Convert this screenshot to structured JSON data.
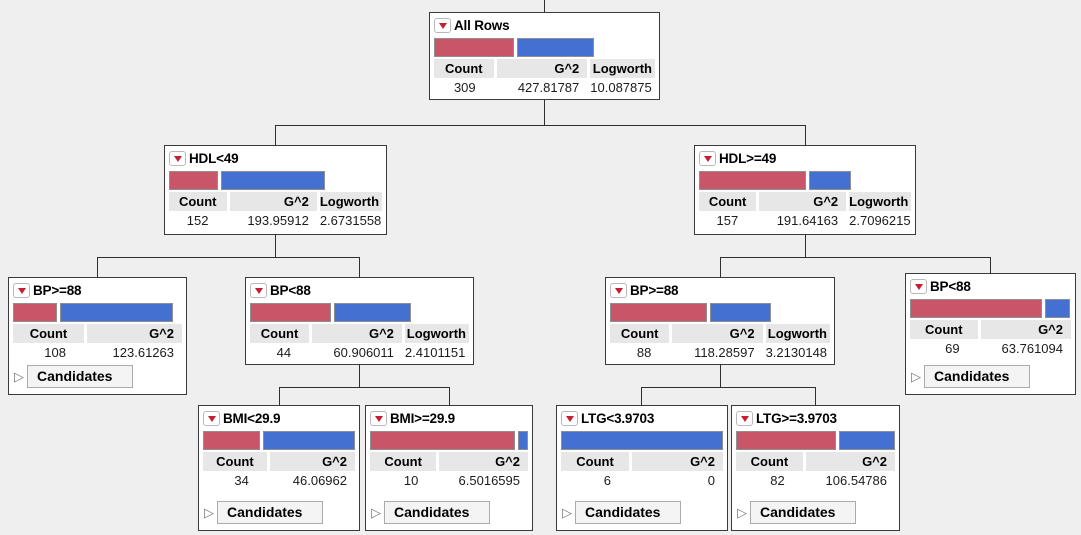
{
  "report": "Partition decision tree",
  "colors": {
    "background": "#efefef",
    "node_border": "#3a3a3a",
    "connector": "#2f2f2f",
    "red_bar": "#c85568",
    "blue_bar": "#4470d2",
    "header_bg": "#e7e7e7",
    "menu_triangle_red": "#c42032"
  },
  "nodes": [
    {
      "id": "all-rows",
      "title": "All Rows",
      "columns": [
        "Count",
        "G^2",
        "Logworth"
      ],
      "values": [
        "309",
        "427.81787",
        "10.087875"
      ],
      "bar": {
        "red_pct": 49.5,
        "blue_pct": 47.5
      },
      "candidates_label": null,
      "children": [
        "hdl-lt-49",
        "hdl-ge-49"
      ]
    },
    {
      "id": "hdl-lt-49",
      "title": "HDL<49",
      "columns": [
        "Count",
        "G^2",
        "Logworth"
      ],
      "values": [
        "152",
        "193.95912",
        "2.6731558"
      ],
      "bar": {
        "red_pct": 30.5,
        "blue_pct": 64
      },
      "candidates_label": null,
      "children": [
        "bp-ge-88-left",
        "bp-lt-88-left"
      ]
    },
    {
      "id": "hdl-ge-49",
      "title": "HDL>=49",
      "columns": [
        "Count",
        "G^2",
        "Logworth"
      ],
      "values": [
        "157",
        "191.64163",
        "2.7096215"
      ],
      "bar": {
        "red_pct": 66,
        "blue_pct": 26
      },
      "candidates_label": null,
      "children": [
        "bp-ge-88-right",
        "bp-lt-88-right"
      ]
    },
    {
      "id": "bp-ge-88-left",
      "title": "BP>=88",
      "columns": [
        "Count",
        "G^2"
      ],
      "values": [
        "108",
        "123.61263"
      ],
      "bar": {
        "red_pct": 27,
        "blue_pct": 70
      },
      "candidates_label": "Candidates",
      "children": []
    },
    {
      "id": "bp-lt-88-left",
      "title": "BP<88",
      "columns": [
        "Count",
        "G^2",
        "Logworth"
      ],
      "values": [
        "44",
        "60.906011",
        "2.4101151"
      ],
      "bar": {
        "red_pct": 50,
        "blue_pct": 47.5
      },
      "candidates_label": null,
      "children": [
        "bmi-lt-29.9",
        "bmi-ge-29.9"
      ]
    },
    {
      "id": "bp-ge-88-right",
      "title": "BP>=88",
      "columns": [
        "Count",
        "G^2",
        "Logworth"
      ],
      "values": [
        "88",
        "118.28597",
        "3.2130148"
      ],
      "bar": {
        "red_pct": 60,
        "blue_pct": 37.5
      },
      "candidates_label": null,
      "children": [
        "ltg-lt-3.9703",
        "ltg-ge-3.9703"
      ]
    },
    {
      "id": "bp-lt-88-right",
      "title": "BP<88",
      "columns": [
        "Count",
        "G^2"
      ],
      "values": [
        "69",
        "63.761094"
      ],
      "bar": {
        "red_pct": 82,
        "blue_pct": 15.5
      },
      "candidates_label": "Candidates",
      "children": []
    },
    {
      "id": "bmi-lt-29.9",
      "title": "BMI<29.9",
      "columns": [
        "Count",
        "G^2"
      ],
      "values": [
        "34",
        "46.06962"
      ],
      "bar": {
        "red_pct": 37.5,
        "blue_pct": 60.5
      },
      "candidates_label": "Candidates",
      "children": []
    },
    {
      "id": "bmi-ge-29.9",
      "title": "BMI>=29.9",
      "columns": [
        "Count",
        "G^2"
      ],
      "values": [
        "10",
        "6.5016595"
      ],
      "bar": {
        "red_pct": 92,
        "blue_pct": 6
      },
      "candidates_label": "Candidates",
      "children": []
    },
    {
      "id": "ltg-lt-3.9703",
      "title": "LTG<3.9703",
      "columns": [
        "Count",
        "G^2"
      ],
      "values": [
        "6",
        "0"
      ],
      "bar": {
        "red_pct": 0,
        "blue_pct": 100
      },
      "candidates_label": "Candidates",
      "children": []
    },
    {
      "id": "ltg-ge-3.9703",
      "title": "LTG>=3.9703",
      "columns": [
        "Count",
        "G^2"
      ],
      "values": [
        "82",
        "106.54786"
      ],
      "bar": {
        "red_pct": 63,
        "blue_pct": 35
      },
      "candidates_label": "Candidates",
      "children": []
    }
  ]
}
